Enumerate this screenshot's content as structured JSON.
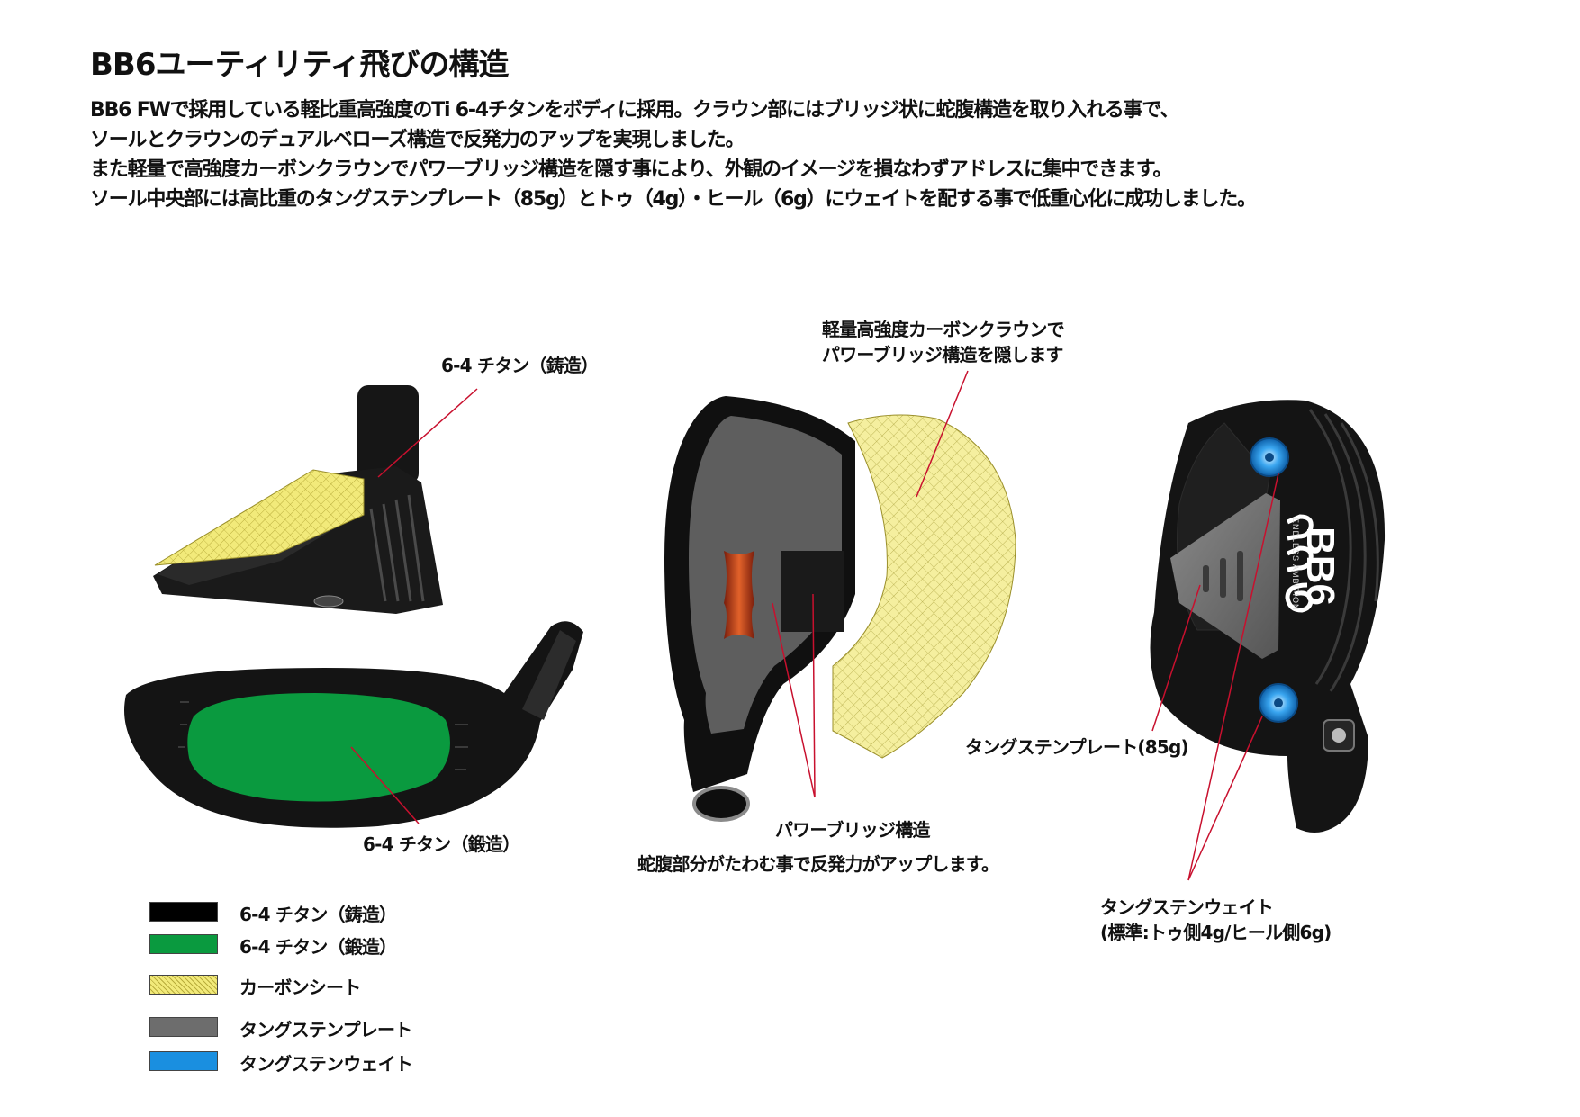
{
  "title": "BB6ユーティリティ飛びの構造",
  "description": [
    "BB6 FWで採用している軽比重高強度のTi 6-4チタンをボディに採用。クラウン部にはブリッジ状に蛇腹構造を取り入れる事で、",
    "ソールとクラウンのデュアルベローズ構造で反発力のアップを実現しました。",
    "また軽量で高強度カーボンクラウンでパワーブリッジ構造を隠す事により、外観のイメージを損なわずアドレスに集中できます。",
    "ソール中央部には高比重のタングステンプレート（85g）とトゥ（4g）・ヒール（6g）にウェイトを配する事で低重心化に成功しました。"
  ],
  "callouts": {
    "cast_titanium": "6-4 チタン（鋳造）",
    "forged_titanium": "6-4 チタン（鍛造）",
    "carbon_crown_line1": "軽量高強度カーボンクラウンで",
    "carbon_crown_line2": "パワーブリッジ構造を隠します",
    "power_bridge": "パワーブリッジ構造",
    "bellows_note": "蛇腹部分がたわむ事で反発力がアップします。",
    "tungsten_plate": "タングステンプレート(85g)",
    "tungsten_weight_line1": "タングステンウェイト",
    "tungsten_weight_line2": "(標準:トゥ側4g/ヒール側6g)"
  },
  "sole_branding": {
    "logo": "BB6",
    "tagline": "ENDLESS AMBITION"
  },
  "legend": [
    {
      "label": "6-4 チタン（鋳造）",
      "color": "#000000",
      "pattern": "solid"
    },
    {
      "label": "6-4 チタン（鍛造）",
      "color": "#0a9a3f",
      "pattern": "solid"
    },
    {
      "label": "カーボンシート",
      "color": "#f2ea7a",
      "pattern": "crosshatch"
    },
    {
      "label": "タングステンプレート",
      "color": "#6d6d6d",
      "pattern": "solid"
    },
    {
      "label": "タングステンウェイト",
      "color": "#1a8fe0",
      "pattern": "solid"
    }
  ],
  "colors": {
    "leader_line": "#c8102e",
    "body_black": "#111111",
    "carbon_yellow": "#f2ea7a",
    "forged_green": "#0a9a3f",
    "tungsten_gray": "#6d6d6d",
    "weight_blue": "#1a8fe0",
    "bridge_copper": "#c8421c"
  }
}
